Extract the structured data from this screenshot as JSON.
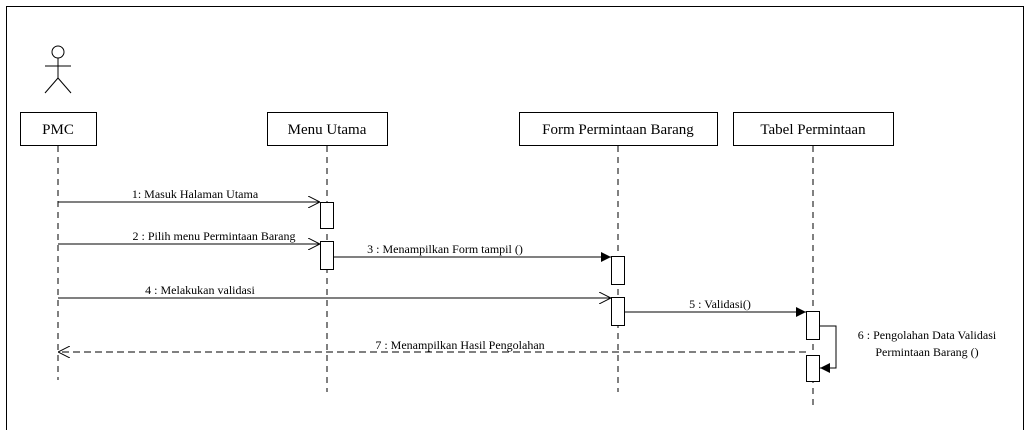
{
  "actor": {
    "label": "PMC"
  },
  "lifelines": [
    {
      "id": "pmc",
      "label": "PMC"
    },
    {
      "id": "menu",
      "label": "Menu Utama"
    },
    {
      "id": "form",
      "label": "Form Permintaan Barang"
    },
    {
      "id": "tabel",
      "label": "Tabel Permintaan"
    }
  ],
  "messages": [
    {
      "label": "1: Masuk Halaman Utama"
    },
    {
      "label": "2 : Pilih menu Permintaan Barang"
    },
    {
      "label": "3 : Menampilkan Form tampil ()"
    },
    {
      "label": "4 : Melakukan validasi"
    },
    {
      "label": "5 : Validasi()"
    },
    {
      "label_line1": "6 : Pengolahan Data Validasi",
      "label_line2": "Permintaan Barang ()"
    },
    {
      "label": "7 : Menampilkan Hasil Pengolahan"
    }
  ]
}
